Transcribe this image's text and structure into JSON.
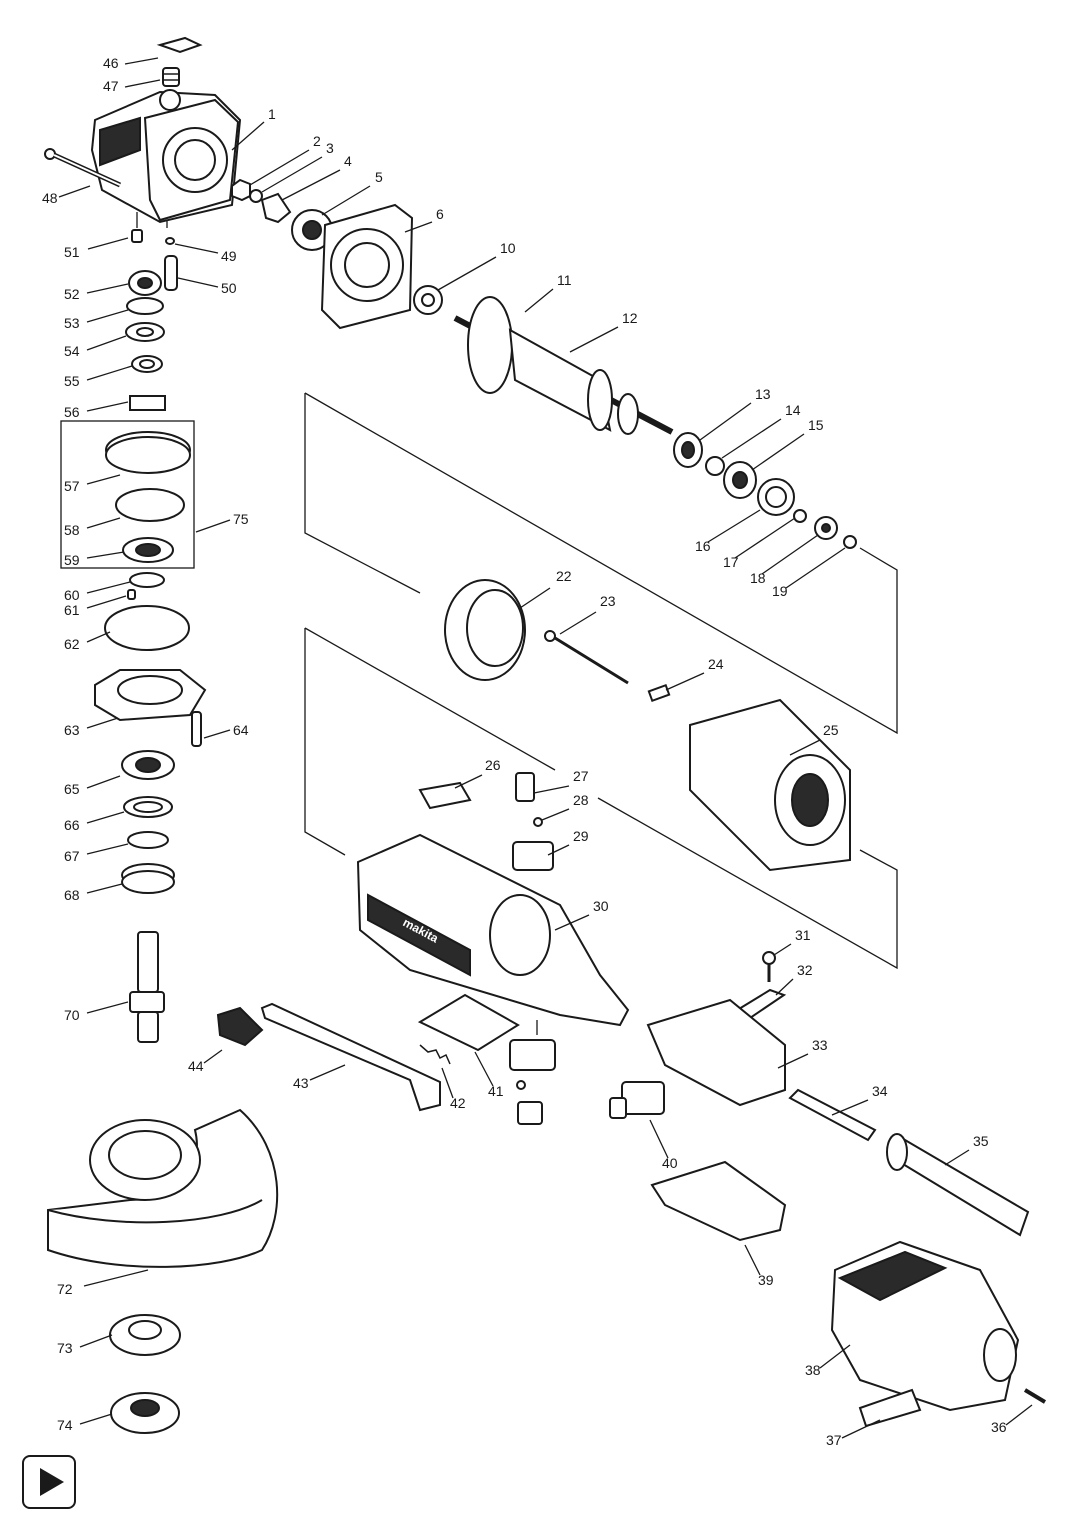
{
  "diagram": {
    "part_numbers": [
      "1",
      "2",
      "3",
      "4",
      "5",
      "6",
      "10",
      "11",
      "12",
      "13",
      "14",
      "15",
      "16",
      "17",
      "18",
      "19",
      "22",
      "23",
      "24",
      "25",
      "26",
      "27",
      "28",
      "29",
      "30",
      "31",
      "32",
      "33",
      "34",
      "35",
      "36",
      "37",
      "38",
      "39",
      "40",
      "41",
      "42",
      "43",
      "44",
      "46",
      "47",
      "48",
      "49",
      "50",
      "51",
      "52",
      "53",
      "54",
      "55",
      "56",
      "57",
      "58",
      "59",
      "60",
      "61",
      "62",
      "63",
      "64",
      "65",
      "66",
      "67",
      "68",
      "70",
      "72",
      "73",
      "74",
      "75"
    ],
    "tool_brand_text": "makita"
  },
  "controls": {
    "play_icon": "play-icon"
  }
}
